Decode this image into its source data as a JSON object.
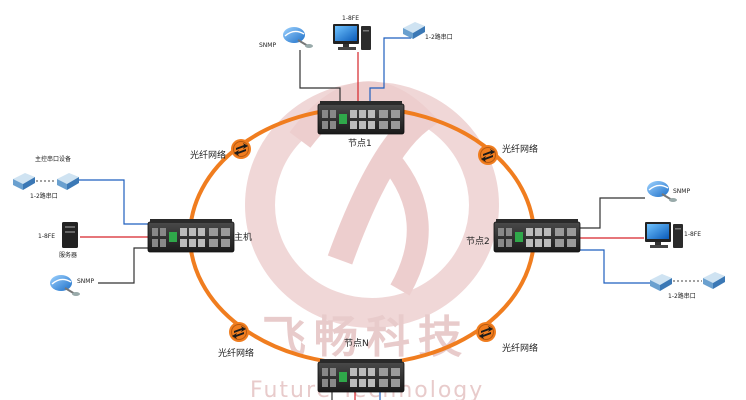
{
  "watermark": {
    "text_cn": "飞畅科技",
    "text_en": "Future Technology"
  },
  "ring_label": "光纤网络",
  "nodes": {
    "top": {
      "label": "节点1"
    },
    "left": {
      "label": "主机"
    },
    "right": {
      "label": "节点2"
    },
    "bottom": {
      "label": "节点N"
    }
  },
  "devices": {
    "top_snmp": "SNMP",
    "top_pc": "1-8FE",
    "top_serial": "1-2路串口",
    "left_master_title": "主控串口设备",
    "left_serial": "1-2路串口",
    "left_fe": "1-8FE",
    "left_server": "服务器",
    "left_snmp": "SNMP",
    "right_snmp": "SNMP",
    "right_fe": "1-8FE",
    "right_serial": "1-2路串口"
  },
  "colors": {
    "ring": "#f07d1f",
    "blue_link": "#1f5fbf",
    "red_link": "#d6252a",
    "black_link": "#333333",
    "watermark": "#e9c7c7"
  }
}
